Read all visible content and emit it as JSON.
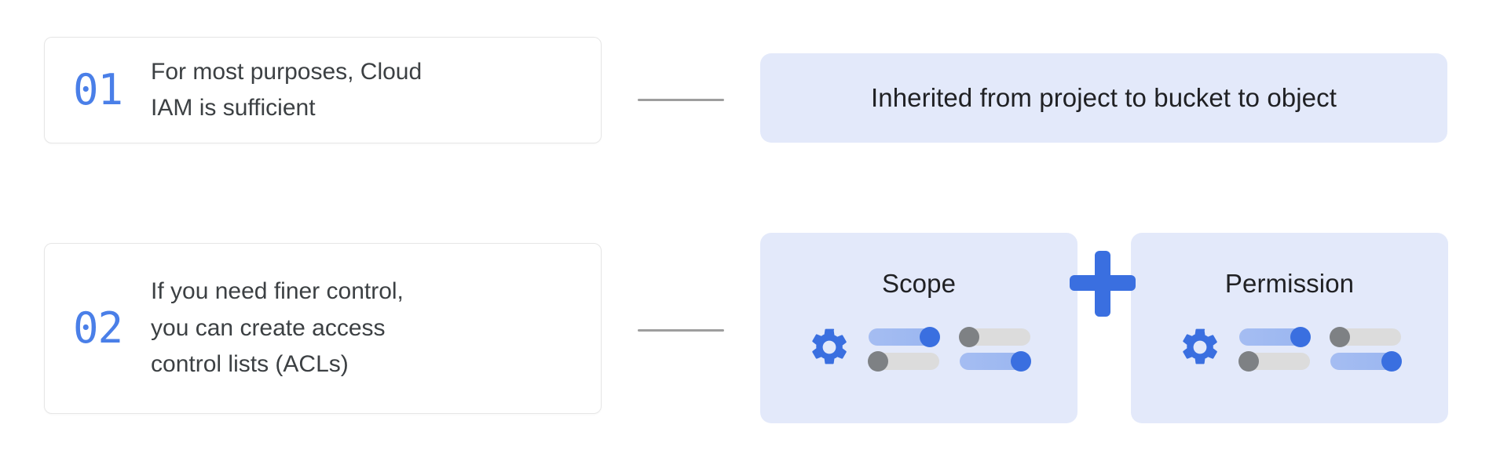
{
  "steps": [
    {
      "number": "01",
      "text": "For most purposes, Cloud\nIAM is sufficient"
    },
    {
      "number": "02",
      "text": "If you need finer control,\nyou can create access\ncontrol lists (ACLs)"
    }
  ],
  "banner": {
    "text": "Inherited from project to bucket to object"
  },
  "features": {
    "operator": "+",
    "panels": [
      {
        "title": "Scope",
        "icon": "gear-icon",
        "toggles": [
          {
            "column": 1,
            "states": [
              "on",
              "off"
            ]
          },
          {
            "column": 2,
            "states": [
              "off",
              "on"
            ]
          }
        ]
      },
      {
        "title": "Permission",
        "icon": "gear-icon",
        "toggles": [
          {
            "column": 1,
            "states": [
              "on",
              "off"
            ]
          },
          {
            "column": 2,
            "states": [
              "off",
              "on"
            ]
          }
        ]
      }
    ]
  },
  "colors": {
    "accent_blue": "#4a7fe8",
    "toggle_blue": "#3a6fe0",
    "panel_bg": "#e3e9fa",
    "card_border": "#e6e6e6",
    "connector_gray": "#9e9e9e",
    "text_dark": "#3c4043"
  }
}
